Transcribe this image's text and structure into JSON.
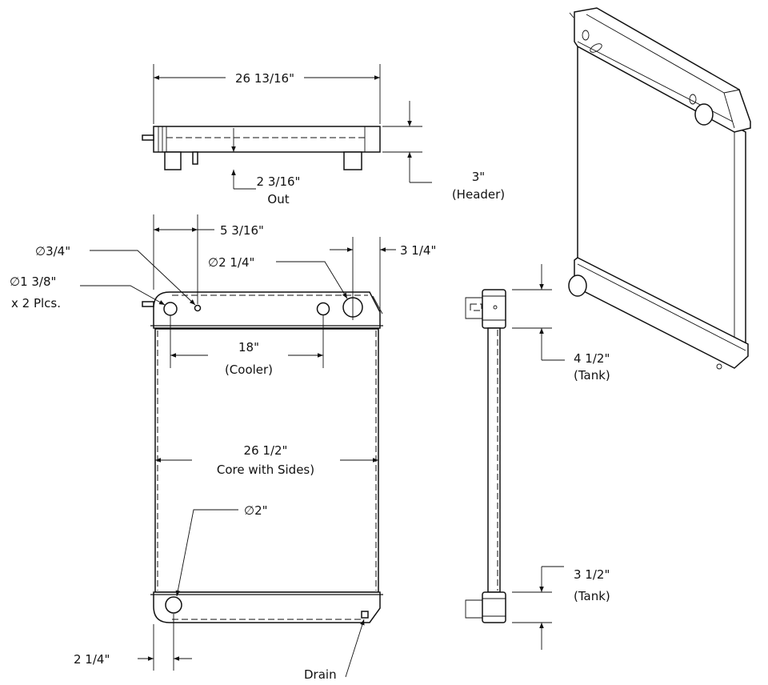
{
  "top_view": {
    "overall_width": "26 13/16\"",
    "header_depth": "3\"",
    "header_label": "(Header)",
    "outlet_offset": "2 3/16\"",
    "outlet_label": "Out"
  },
  "front_view": {
    "vent_offset": "5 3/16\"",
    "vent_diameter": "∅3/4\"",
    "cooler_diameter": "∅1 3/8\"",
    "cooler_qty": "x 2 Plcs.",
    "inlet_diameter": "∅2 1/4\"",
    "inlet_offset": "3 1/4\"",
    "cooler_spacing": "18\"",
    "cooler_label": "(Cooler)",
    "core_width": "26 1/2\"",
    "core_label": "Core with Sides)",
    "outlet_diameter": "∅2\"",
    "outlet_offset": "2 1/4\"",
    "drain_label": "Drain"
  },
  "side_view": {
    "top_tank": "4 1/2\"",
    "top_tank_label": "(Tank)",
    "bottom_tank": "3 1/2\"",
    "bottom_tank_label": "(Tank)"
  }
}
